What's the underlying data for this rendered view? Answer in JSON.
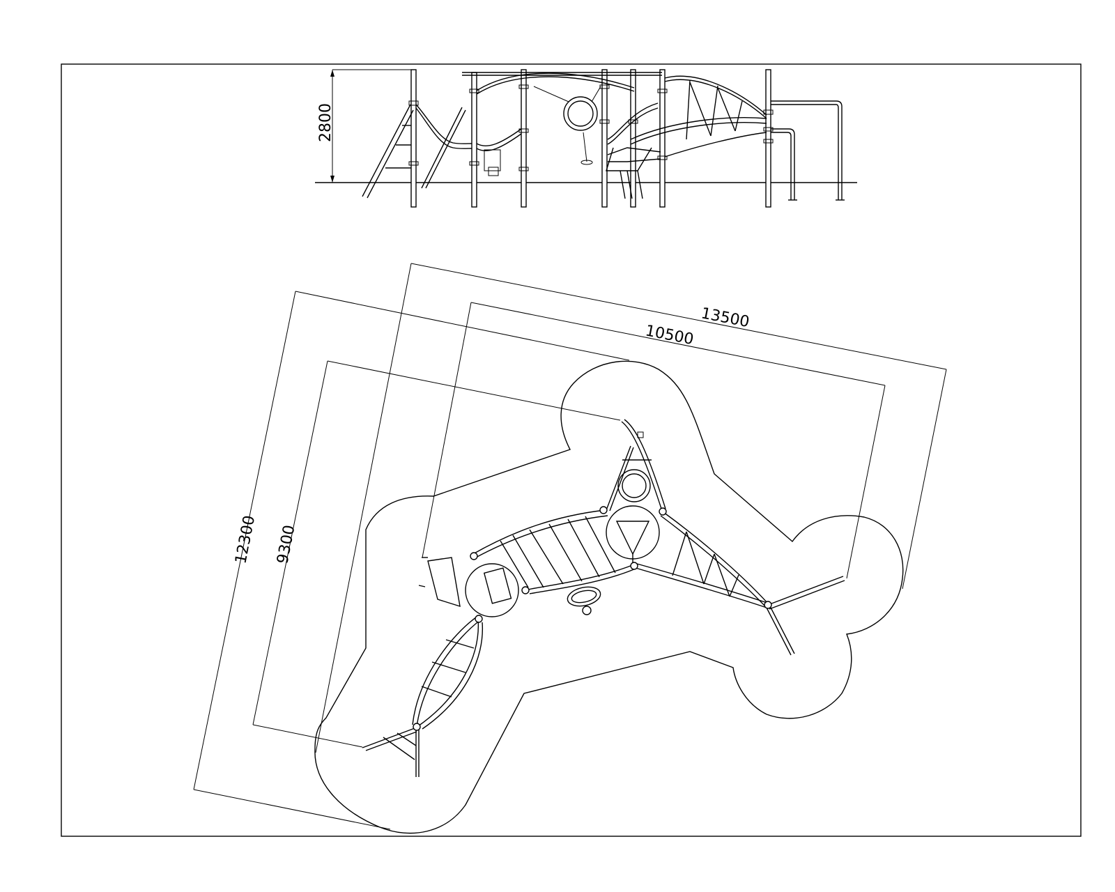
{
  "drawing": {
    "elevation": {
      "height_dimension": "2800"
    },
    "plan": {
      "dim_overall_length": "13500",
      "dim_inner_length": "10500",
      "dim_overall_width": "12300",
      "dim_inner_width": "9300"
    }
  }
}
